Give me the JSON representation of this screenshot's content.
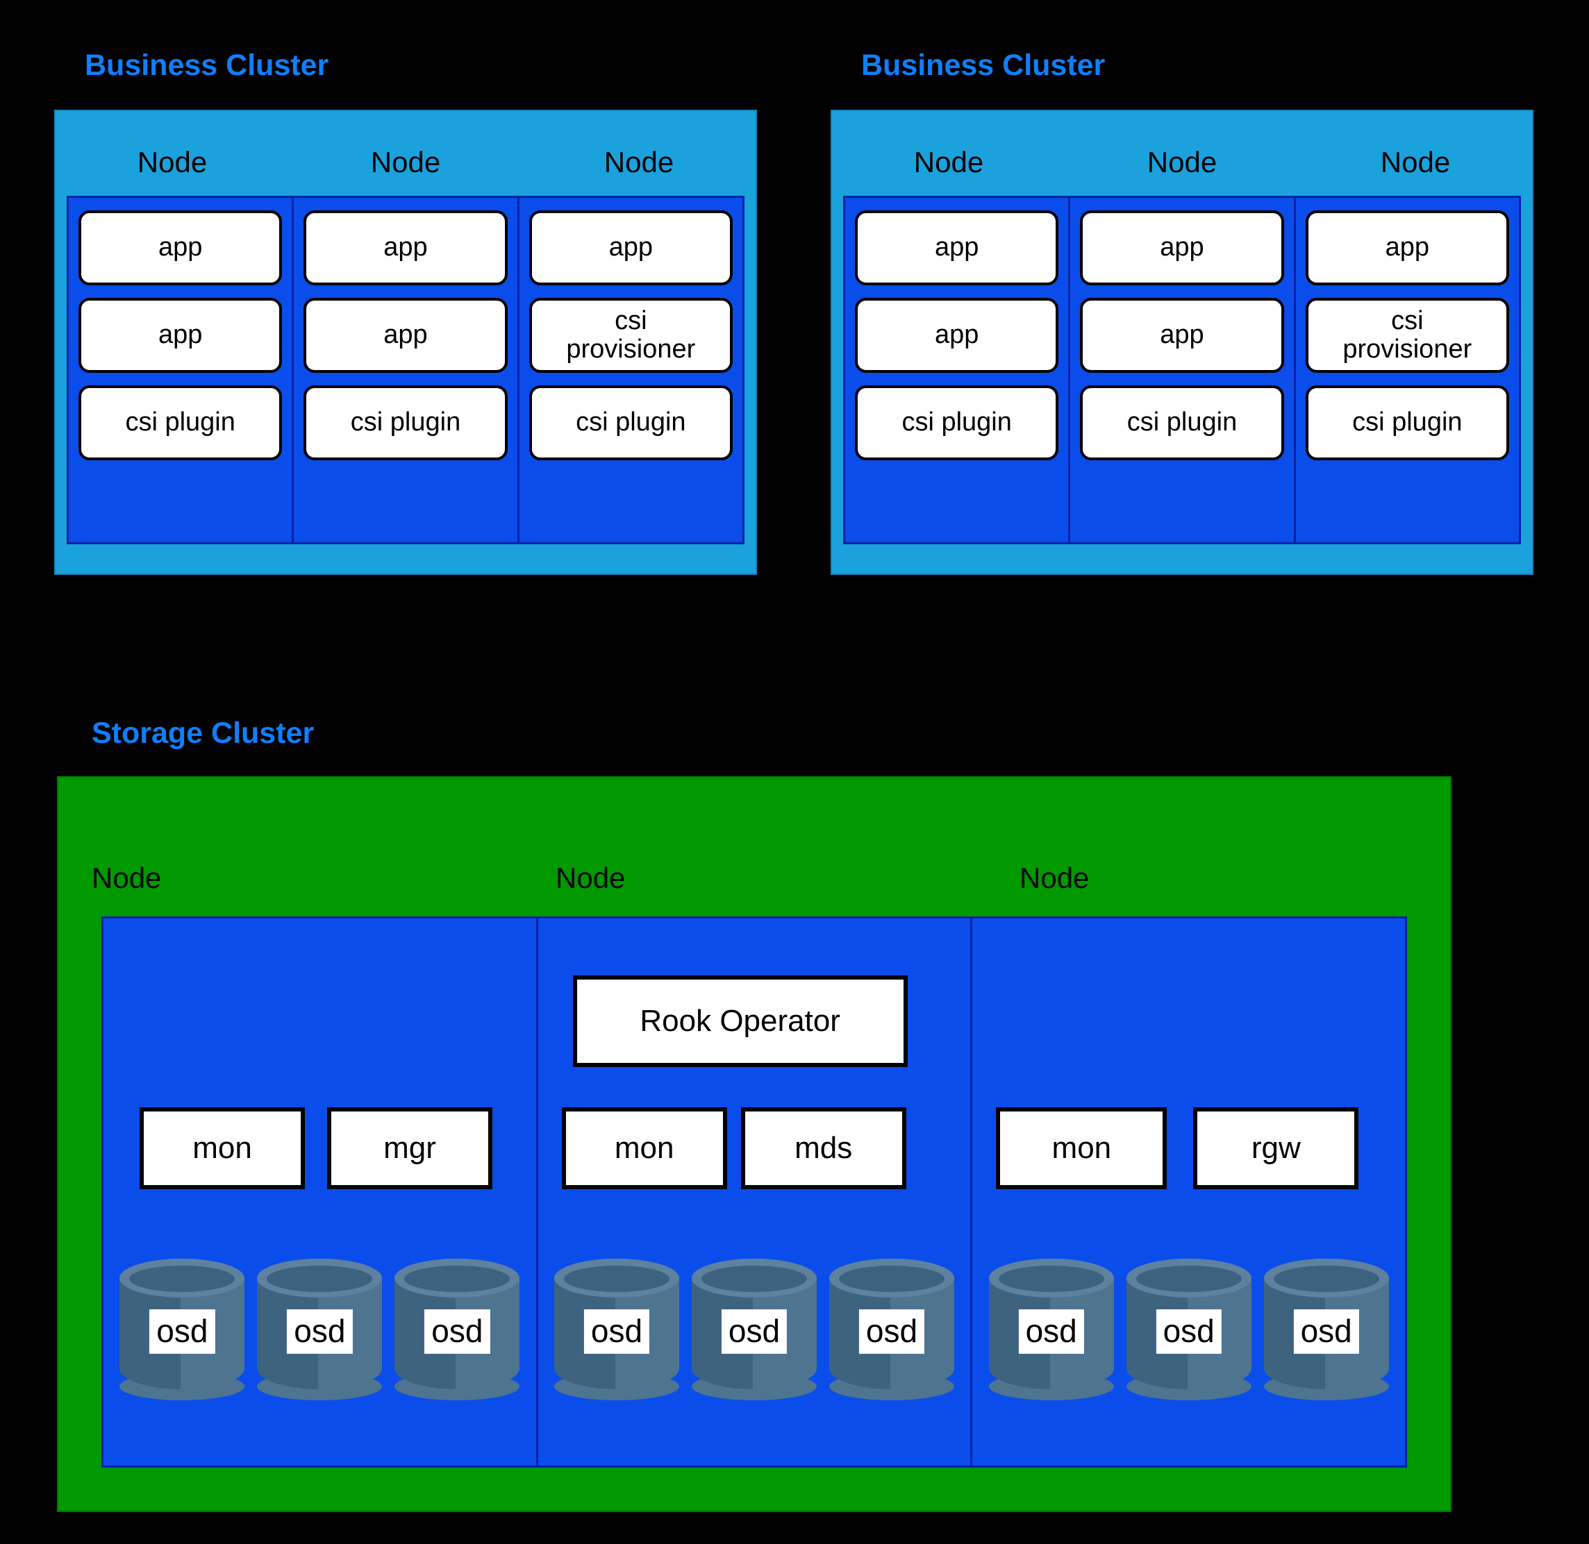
{
  "background_color": "#000000",
  "colors": {
    "title_blue": "#0F7FFF",
    "business_cluster_fill": "#1BA1DC",
    "node_fill": "#0B4DEA",
    "node_border": "#0022AA",
    "storage_cluster_fill": "#009900",
    "pod_fill": "#FFFFFF",
    "pod_border": "#000000",
    "osd_body": "#3E637F",
    "osd_body_light": "#4E7490",
    "osd_rim": "#5E81A0",
    "osd_inner": "#3D6280"
  },
  "business_clusters": [
    {
      "title": "Business Cluster",
      "node_label": "Node",
      "nodes": [
        {
          "label": "Node",
          "pods": [
            "app",
            "app",
            "csi plugin"
          ]
        },
        {
          "label": "Node",
          "pods": [
            "app",
            "app",
            "csi plugin"
          ]
        },
        {
          "label": "Node",
          "pods": [
            "app",
            "csi\nprovisioner",
            "csi plugin"
          ]
        }
      ]
    },
    {
      "title": "Business Cluster",
      "node_label": "Node",
      "nodes": [
        {
          "label": "Node",
          "pods": [
            "app",
            "app",
            "csi plugin"
          ]
        },
        {
          "label": "Node",
          "pods": [
            "app",
            "app",
            "csi plugin"
          ]
        },
        {
          "label": "Node",
          "pods": [
            "app",
            "csi\nprovisioner",
            "csi plugin"
          ]
        }
      ]
    }
  ],
  "storage_cluster": {
    "title": "Storage Cluster",
    "nodes": [
      {
        "label": "Node",
        "operator": null,
        "daemons": [
          "mon",
          "mgr"
        ],
        "osds": [
          "osd",
          "osd",
          "osd"
        ]
      },
      {
        "label": "Node",
        "operator": "Rook Operator",
        "daemons": [
          "mon",
          "mds"
        ],
        "osds": [
          "osd",
          "osd",
          "osd"
        ]
      },
      {
        "label": "Node",
        "operator": null,
        "daemons": [
          "mon",
          "rgw"
        ],
        "osds": [
          "osd",
          "osd",
          "osd"
        ]
      }
    ]
  }
}
